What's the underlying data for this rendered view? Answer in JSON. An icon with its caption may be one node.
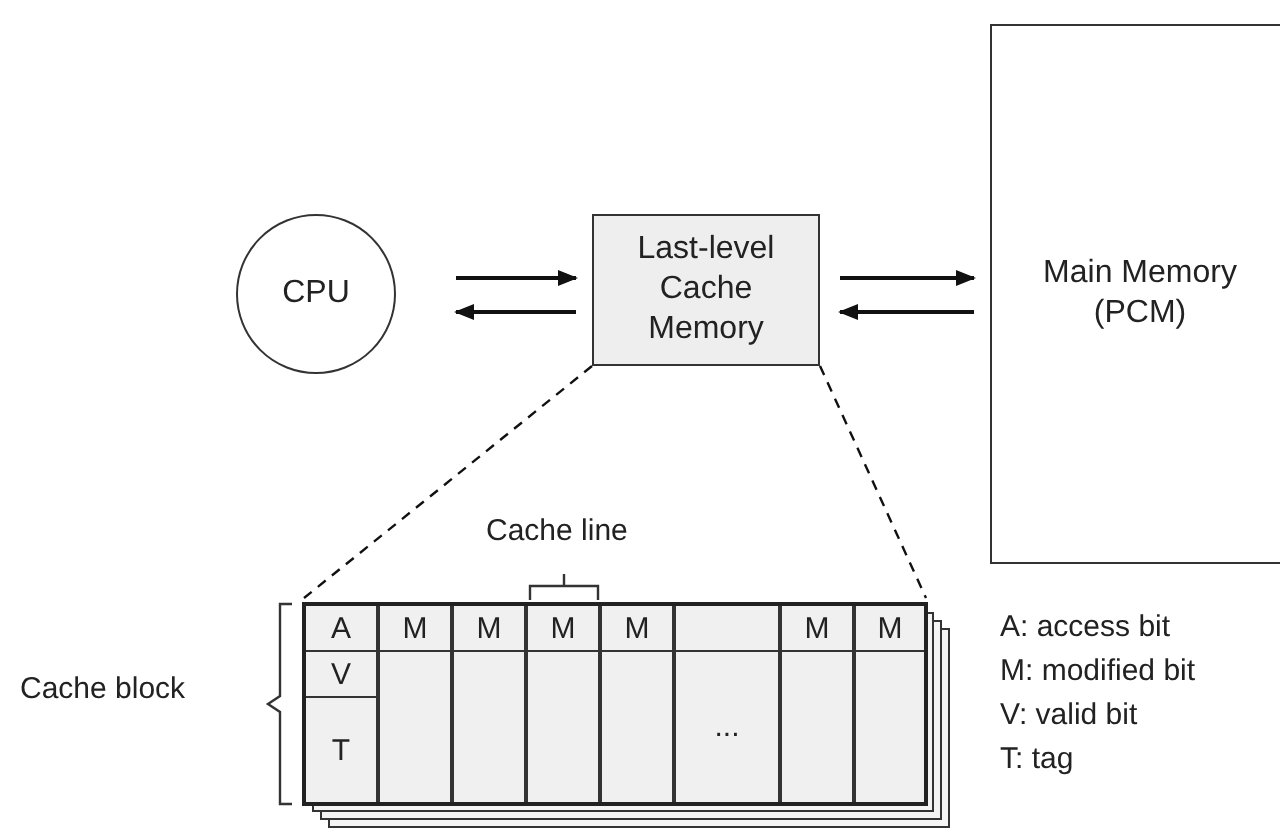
{
  "diagram": {
    "nodes": [
      {
        "text": [
          "CPU"
        ]
      },
      {
        "text": [
          "Last-level Cache Memory"
        ]
      },
      {
        "text": [
          "Main Memory (PCM)"
        ]
      },
      {
        "text": [],
        "shape": "box"
      }
    ],
    "edges": [
      {
        "from": 0,
        "to": 1,
        "arrow": "to"
      },
      {
        "from": 1,
        "to": 0,
        "arrow": "to"
      },
      {
        "from": 1,
        "to": 2,
        "arrow": "to"
      },
      {
        "from": 2,
        "to": 1,
        "arrow": "to"
      },
      {
        "from": 1,
        "to": 3,
        "arrow": "none",
        "style": "dashed"
      },
      {
        "from": 1,
        "to": 3,
        "arrow": "none",
        "style": "dashed"
      }
    ],
    "labels": [
      "Cache line",
      "Cache block",
      "A",
      "M",
      "M",
      "M",
      "M",
      "M",
      "M",
      "V",
      "T",
      "...",
      "A: access bit",
      "M: modified bit",
      "V: valid bit",
      "T: tag"
    ]
  }
}
